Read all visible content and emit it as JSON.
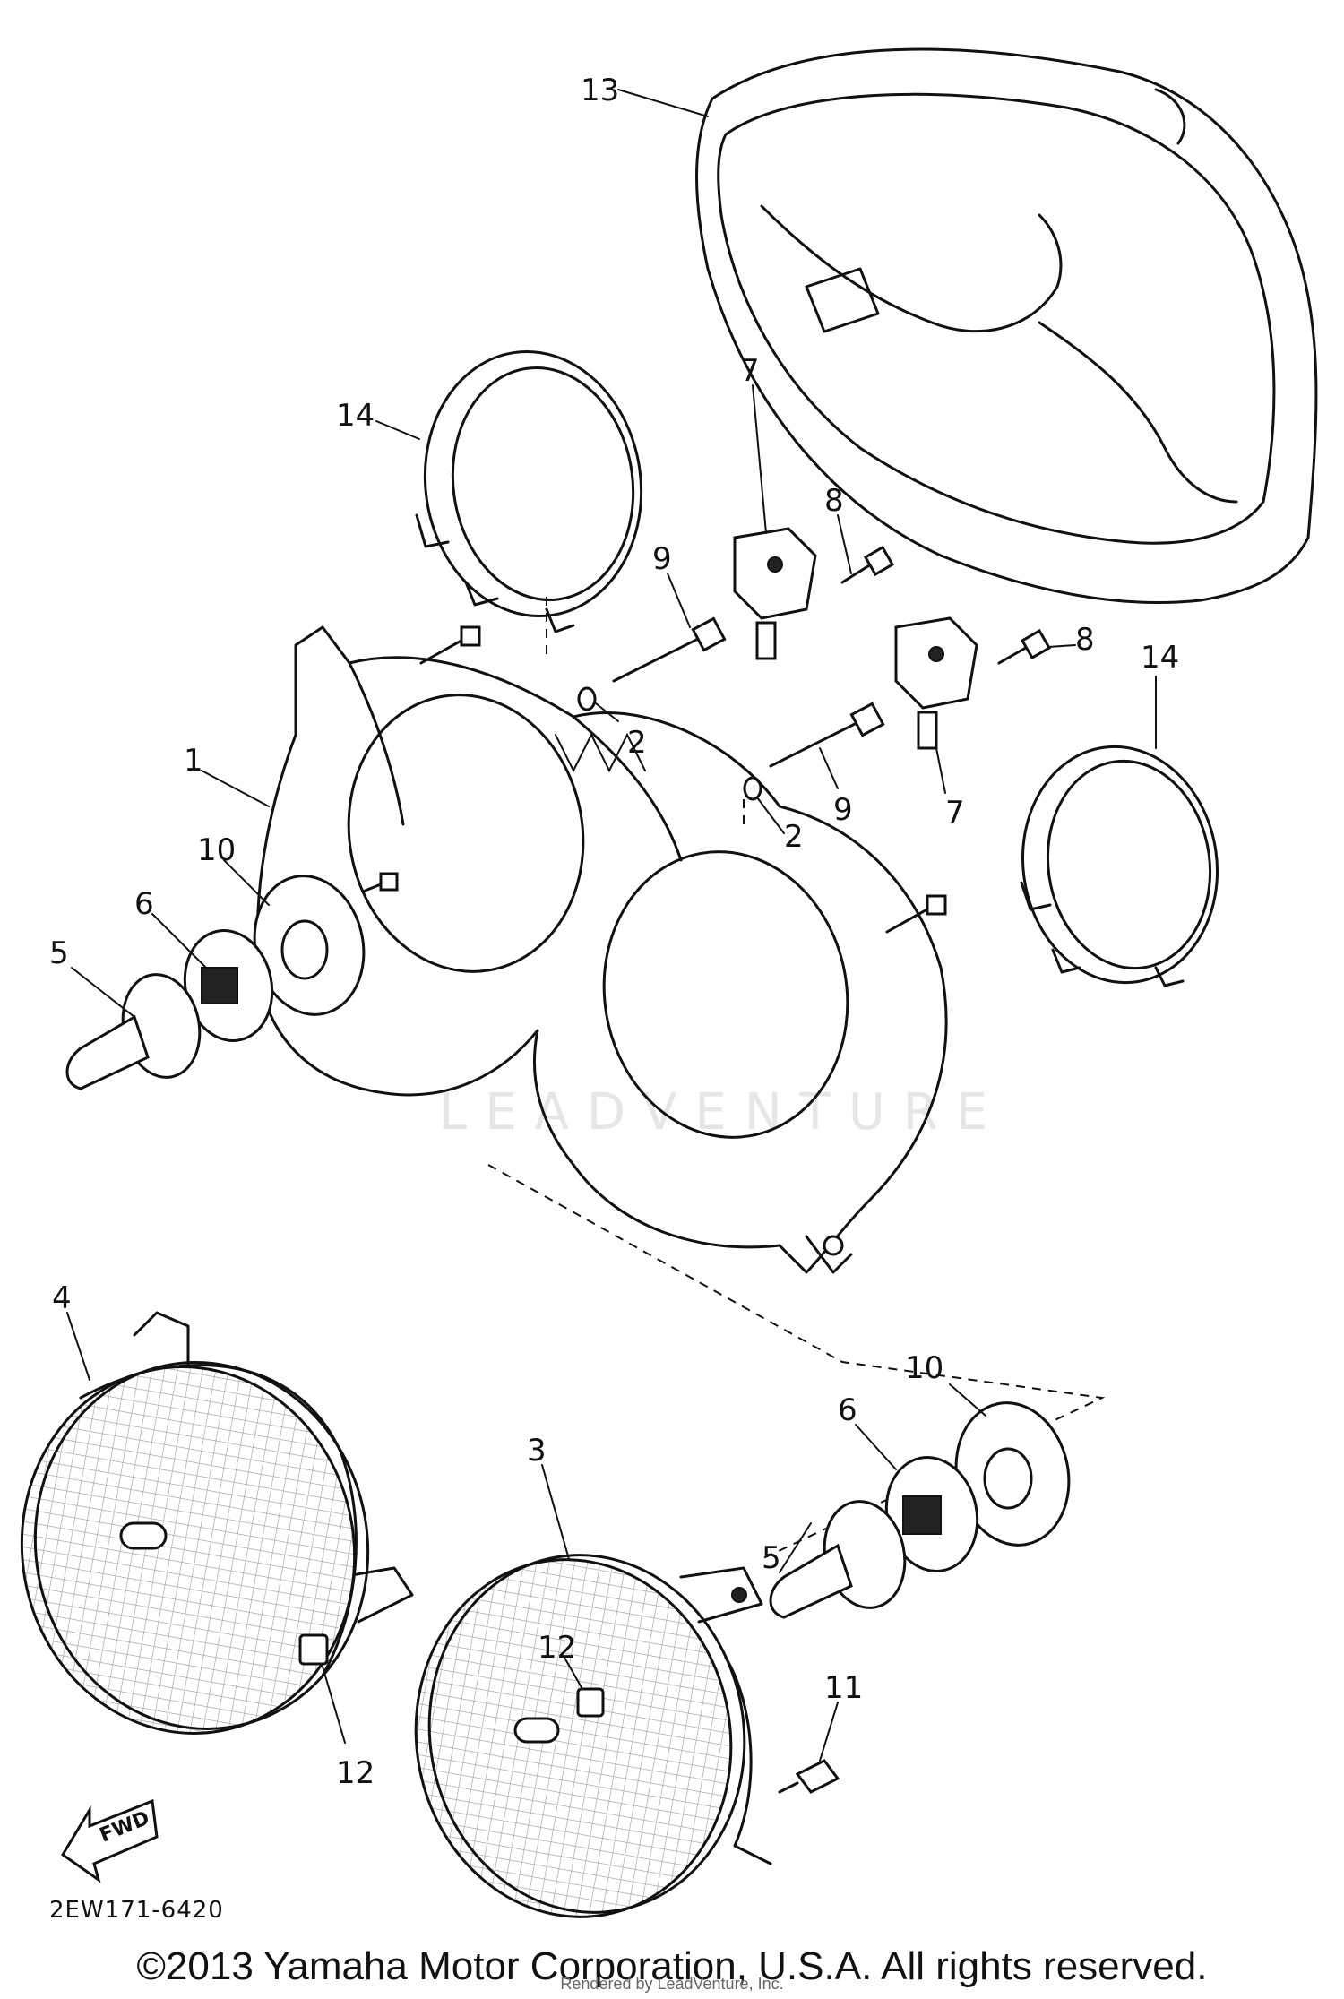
{
  "diagram": {
    "labels": {
      "p1": "1",
      "p2a": "2",
      "p2b": "2",
      "p3": "3",
      "p4": "4",
      "p5a": "5",
      "p5b": "5",
      "p6a": "6",
      "p6b": "6",
      "p7a": "7",
      "p7b": "7",
      "p8a": "8",
      "p8b": "8",
      "p9a": "9",
      "p9b": "9",
      "p10a": "10",
      "p10b": "10",
      "p11": "11",
      "p12a": "12",
      "p12b": "12",
      "p13": "13",
      "p14a": "14",
      "p14b": "14"
    },
    "fwd_arrow_text": "FWD",
    "diagram_code": "2EW171-6420",
    "watermark_text": "LEADVENTURE"
  },
  "footer": {
    "copyright": "©2013 Yamaha Motor Corporation, U.S.A. All rights reserved.",
    "rendered_by": "Rendered by LeadVenture, Inc."
  }
}
